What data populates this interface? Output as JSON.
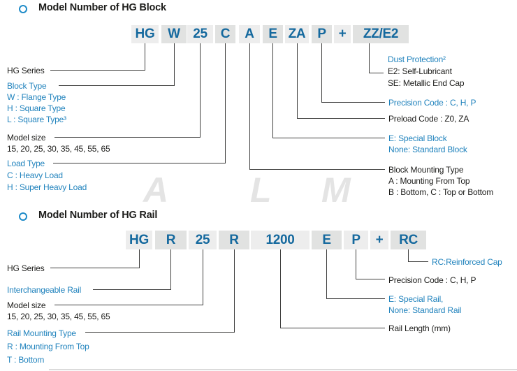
{
  "block": {
    "title": "Model Number of HG Block",
    "code": [
      "HG",
      "W",
      "25",
      "C",
      "A",
      "E",
      "ZA",
      "P",
      "+",
      "ZZ/E2"
    ],
    "labels": {
      "hg_series": "HG Series",
      "block_type": "Block Type",
      "block_type_w": "W : Flange Type",
      "block_type_h": "H : Square Type",
      "block_type_l": "L : Square Type³",
      "model_size": "Model size",
      "model_size_values": "15, 20, 25, 30, 35, 45, 55, 65",
      "load_type": "Load Type",
      "load_type_c": "C : Heavy Load",
      "load_type_h": "H : Super Heavy Load",
      "dust_protection": "Dust Protection²",
      "dust_e2": "E2: Self-Lubricant",
      "dust_se": "SE: Metallic End Cap",
      "precision": "Precision Code : C, H, P",
      "preload": "Preload Code : Z0, ZA",
      "special_e": "E: Special Block",
      "special_none": "None: Standard Block",
      "mounting": "Block Mounting Type",
      "mounting_a": "A : Mounting From Top",
      "mounting_bc": "B : Bottom, C : Top or Bottom"
    }
  },
  "rail": {
    "title": "Model Number of HG Rail",
    "code": [
      "HG",
      "R",
      "25",
      "R",
      "1200",
      "E",
      "P",
      "+",
      "RC"
    ],
    "labels": {
      "hg_series": "HG Series",
      "interchangeable": "Interchangeable Rail",
      "model_size": "Model size",
      "model_size_values": "15, 20, 25, 30, 35, 45, 55, 65",
      "rail_mounting": "Rail Mounting Type",
      "rail_mounting_r": "R : Mounting From Top",
      "rail_mounting_t": "T : Bottom",
      "rc": "RC:Reinforced Cap",
      "precision": "Precision Code : C, H, P",
      "special_e": "E: Special Rail,",
      "special_none": "None: Standard Rail",
      "rail_length": "Rail Length (mm)"
    }
  },
  "watermark": [
    "A",
    "L",
    "M"
  ],
  "colors": {
    "model_code_blue": "#15699E",
    "label_blue": "#2183BD",
    "text_dark": "#1D1D1B",
    "segment_box_light": "#EDEDED",
    "segment_box_dark": "#E1E2E1",
    "connector_line": "#3F3F3E",
    "bullet_blue": "#1E8BC8",
    "watermark_gray": "#E4E4E4"
  }
}
